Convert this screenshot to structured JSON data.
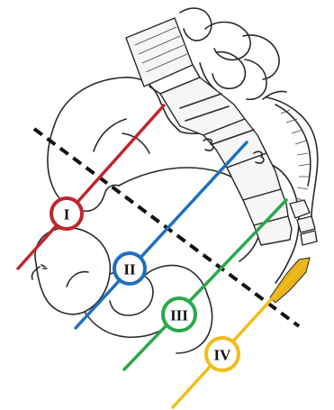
{
  "zones": [
    {
      "id": "I",
      "label": "I",
      "color": "#c0272d"
    },
    {
      "id": "II",
      "label": "II",
      "color": "#1f6fbf"
    },
    {
      "id": "III",
      "label": "III",
      "color": "#2aa84a"
    },
    {
      "id": "IV",
      "label": "IV",
      "color": "#f0bd1a"
    }
  ],
  "divider": {
    "color": "#111111",
    "style": "dashed"
  },
  "highlight": {
    "color": "#e9b21e"
  }
}
